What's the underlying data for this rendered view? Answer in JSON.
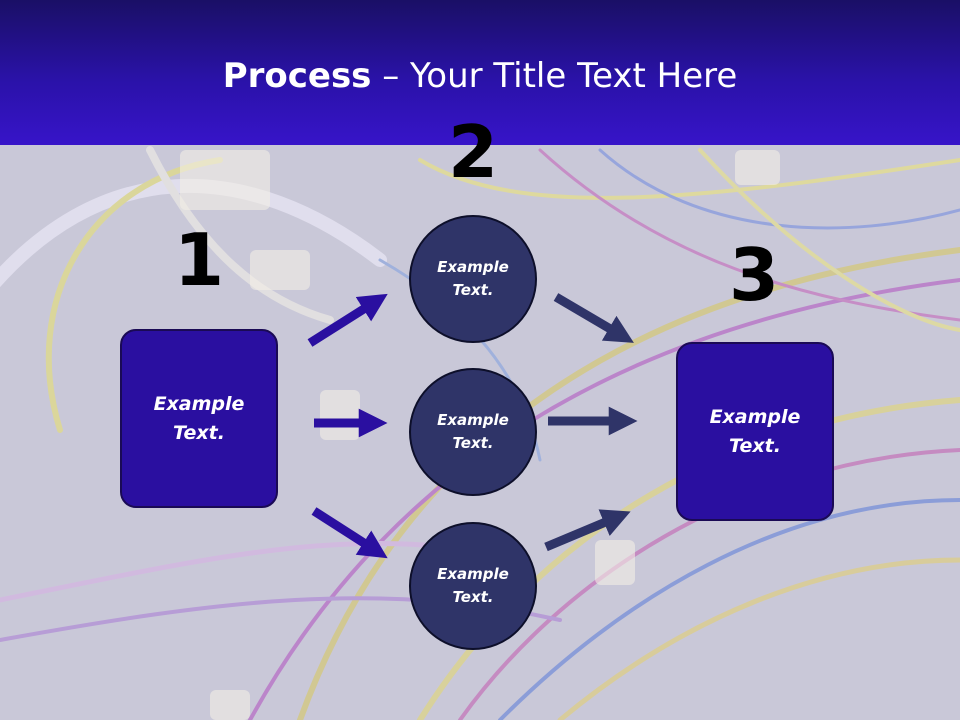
{
  "title": {
    "bold": "Process",
    "rest": " – Your Title Text Here"
  },
  "steps": {
    "one": "1",
    "two": "2",
    "three": "3"
  },
  "left_box": {
    "line1": "Example",
    "line2": "Text."
  },
  "right_box": {
    "line1": "Example",
    "line2": "Text."
  },
  "circles": [
    {
      "line1": "Example",
      "line2": "Text."
    },
    {
      "line1": "Example",
      "line2": "Text."
    },
    {
      "line1": "Example",
      "line2": "Text."
    }
  ],
  "colors": {
    "title_bar": "#2a12a8",
    "box": "#2a0fa0",
    "circle": "#2f3468",
    "arrow_left": "#2a0fa0",
    "arrow_right": "#2f3468"
  }
}
